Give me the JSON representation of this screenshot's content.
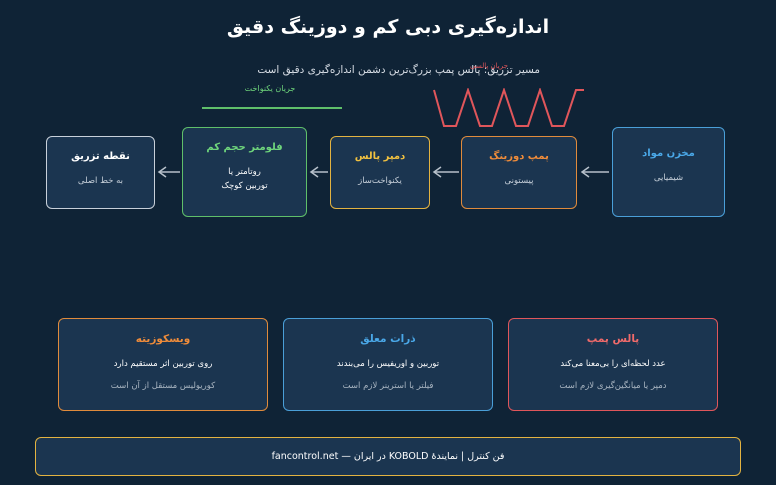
{
  "title": "اندازه‌گیری دبی کم و دوزینگ دقیق",
  "subtitle": "مسیر تزریق: پالس پمپ بزرگ‌ترین دشمن اندازه‌گیری دقیق است",
  "wave_label": "جریان پالسی",
  "steady_label": "جریان یکنواخت",
  "nodes": {
    "tank": {
      "title": "مخزن مواد",
      "sub": "شیمیایی"
    },
    "pump": {
      "title": "پمپ دوزینگ",
      "sub": "پیستونی"
    },
    "damper": {
      "title": "دمپر پالس",
      "sub": "یکنواخت‌ساز"
    },
    "flowmeter": {
      "title": "فلومتر حجم کم",
      "sub1": "روتامتر یا",
      "sub2": "توربین کوچک"
    },
    "injection": {
      "title": "نقطه تزریق",
      "sub": "به خط اصلی"
    }
  },
  "cards": {
    "pulse": {
      "title": "پالس پمپ",
      "line1": "عدد لحظه‌ای را بی‌معنا می‌کند",
      "line2": "دمپر یا میانگین‌گیری لازم است"
    },
    "particles": {
      "title": "ذرات معلق",
      "line1": "توربین و اوریفیس را می‌بندند",
      "line2": "فیلتر یا استرینر لازم است"
    },
    "viscosity": {
      "title": "ویسکوزیته",
      "line1": "روی توربین اثر مستقیم دارد",
      "line2": "کوریولیس مستقل از آن است"
    }
  },
  "footer": "فن کنترل | نمایندهٔ KOBOLD در ایران — fancontrol.net",
  "colors": {
    "background": "#0f2336",
    "blue": "#4a9fd8",
    "orange": "#e08b3c",
    "yellow": "#e3b341",
    "green": "#5fbf6a",
    "red": "#e0565b"
  }
}
